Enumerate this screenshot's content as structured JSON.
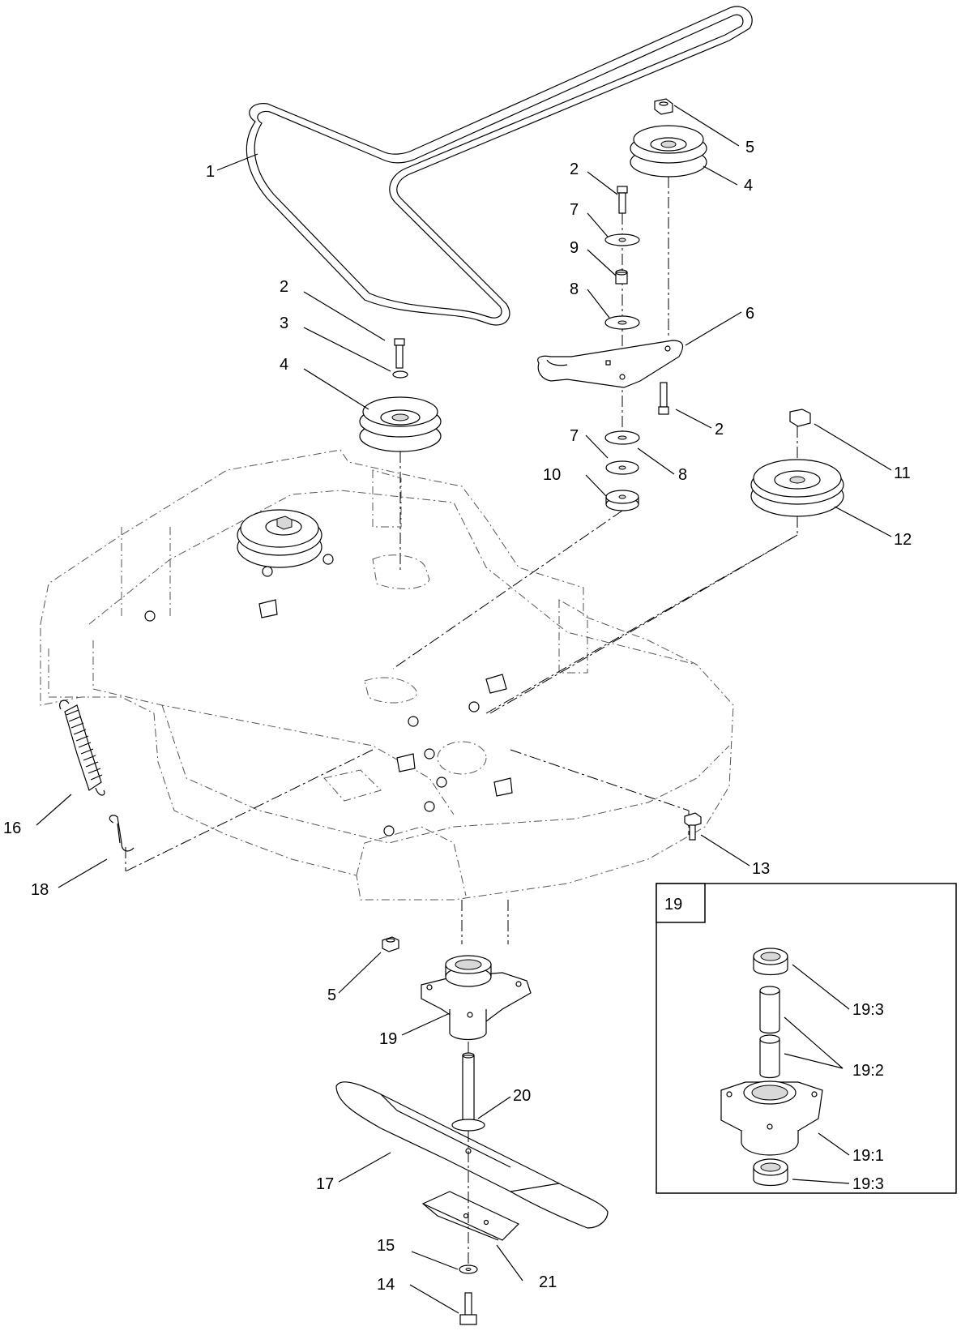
{
  "callouts": {
    "c1": "1",
    "c2a": "2",
    "c2b": "2",
    "c2c": "2",
    "c3": "3",
    "c4a": "4",
    "c4b": "4",
    "c5a": "5",
    "c5b": "5",
    "c6": "6",
    "c7a": "7",
    "c7b": "7",
    "c8a": "8",
    "c8b": "8",
    "c9": "9",
    "c10": "10",
    "c11": "11",
    "c12": "12",
    "c13": "13",
    "c14": "14",
    "c15": "15",
    "c16": "16",
    "c17": "17",
    "c18": "18",
    "c19": "19",
    "c20": "20",
    "c21": "21"
  },
  "inset": {
    "title": "19",
    "c19_3a": "19:3",
    "c19_2": "19:2",
    "c19_1": "19:1",
    "c19_3b": "19:3"
  }
}
